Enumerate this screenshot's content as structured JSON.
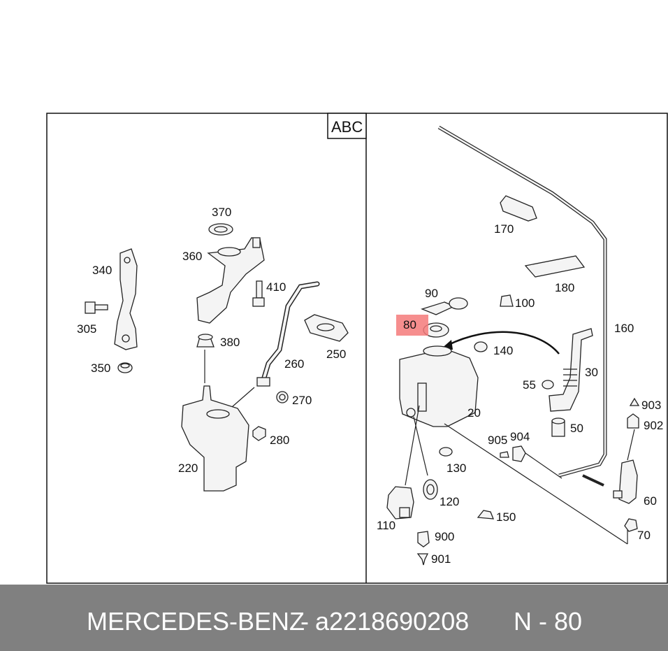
{
  "abc_label": "ABC",
  "highlight_color": "#f47a7a",
  "left_panel": {
    "callouts": [
      "370",
      "360",
      "340",
      "410",
      "305",
      "380",
      "250",
      "350",
      "260",
      "270",
      "280",
      "220"
    ]
  },
  "right_panel": {
    "callouts": [
      "170",
      "180",
      "90",
      "100",
      "160",
      "80",
      "140",
      "30",
      "55",
      "20",
      "50",
      "903",
      "902",
      "905",
      "904",
      "130",
      "120",
      "60",
      "110",
      "150",
      "900",
      "70",
      "901"
    ],
    "highlighted_callout": "80"
  },
  "footer": {
    "brand": "MERCEDES-BENZ",
    "separator": "-",
    "part_number": "a2218690208",
    "reference": "N - 80",
    "background": "#808080"
  }
}
